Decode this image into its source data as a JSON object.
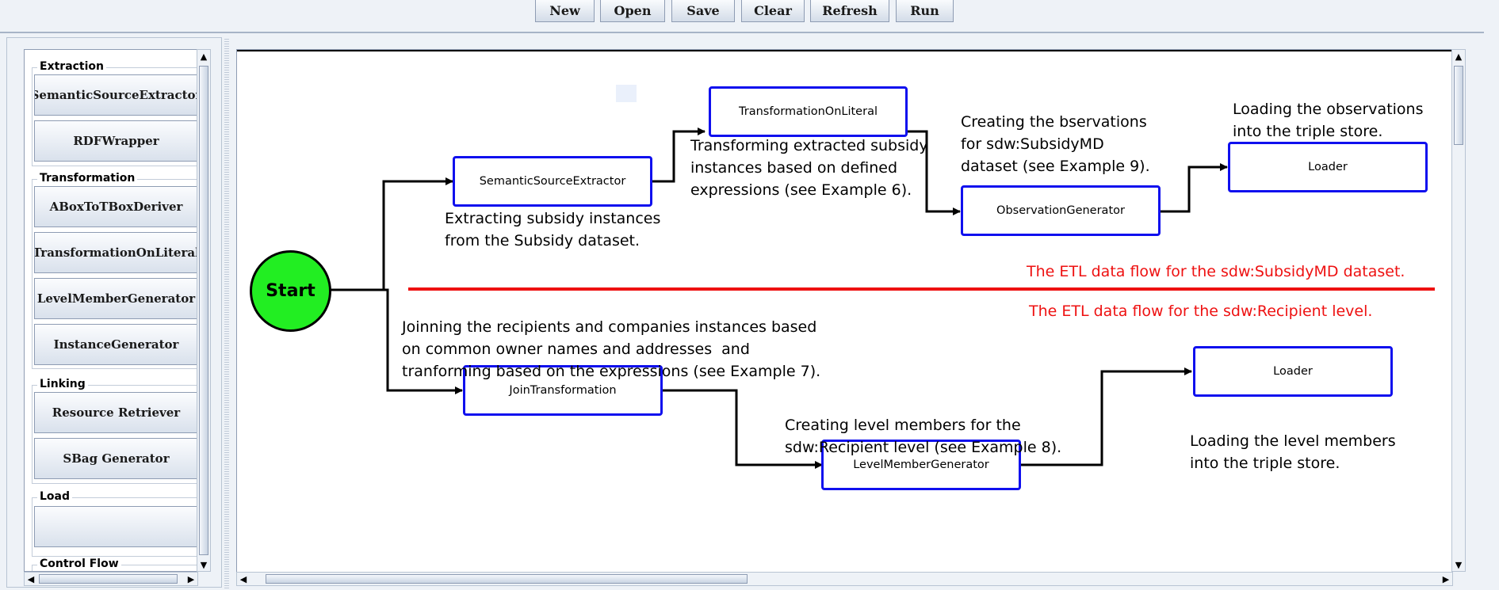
{
  "toolbar": {
    "buttons": [
      {
        "label": "New"
      },
      {
        "label": "Open"
      },
      {
        "label": "Save"
      },
      {
        "label": "Clear"
      },
      {
        "label": "Refresh"
      },
      {
        "label": "Run"
      }
    ]
  },
  "palette": {
    "groups": {
      "extraction": {
        "title": "Extraction",
        "items": [
          "SemanticSourceExtractor",
          "RDFWrapper"
        ]
      },
      "transformation": {
        "title": "Transformation",
        "items": [
          "ABoxToTBoxDeriver",
          "TransformationOnLiteral",
          "LevelMemberGenerator",
          "InstanceGenerator"
        ]
      },
      "linking": {
        "title": "Linking",
        "items": [
          "Resource Retriever",
          "SBag Generator"
        ]
      },
      "load": {
        "title": "Load",
        "items": [
          ""
        ]
      },
      "control_flow": {
        "title": "Control Flow"
      }
    }
  },
  "canvas": {
    "start_label": "Start",
    "nodes": {
      "semantic_source_extractor": "SemanticSourceExtractor",
      "transformation_on_literal": "TransformationOnLiteral",
      "observation_generator": "ObservationGenerator",
      "loader_top": "Loader",
      "join_transformation": "JoinTransformation",
      "level_member_generator": "LevelMemberGenerator",
      "loader_bottom": "Loader"
    },
    "notes": {
      "extract": "Extracting subsidy instances\nfrom the Subsidy dataset.",
      "transform": "Transforming extracted subsidy\ninstances based on defined\nexpressions (see Example 6).",
      "observations": "Creating the bservations\nfor sdw:SubsidyMD\ndataset (see Example 9).",
      "load_obs": "Loading the observations\ninto the triple store.",
      "join": "Joinning the recipients and companies instances based\non common owner names and addresses  and\ntranforming based on the expressions (see Example 7).",
      "level_members": "Creating level members for the\nsdw:Recipient level (see Example 8).",
      "load_levels": "Loading the level members\ninto the triple store."
    },
    "flow_labels": {
      "subsidy": "The ETL data flow for the sdw:SubsidyMD dataset.",
      "recipient": "The ETL data flow for the sdw:Recipient level."
    },
    "colors": {
      "node_border": "#1010ee",
      "start_fill": "#22ee22",
      "divider_red": "#ee1111"
    }
  }
}
